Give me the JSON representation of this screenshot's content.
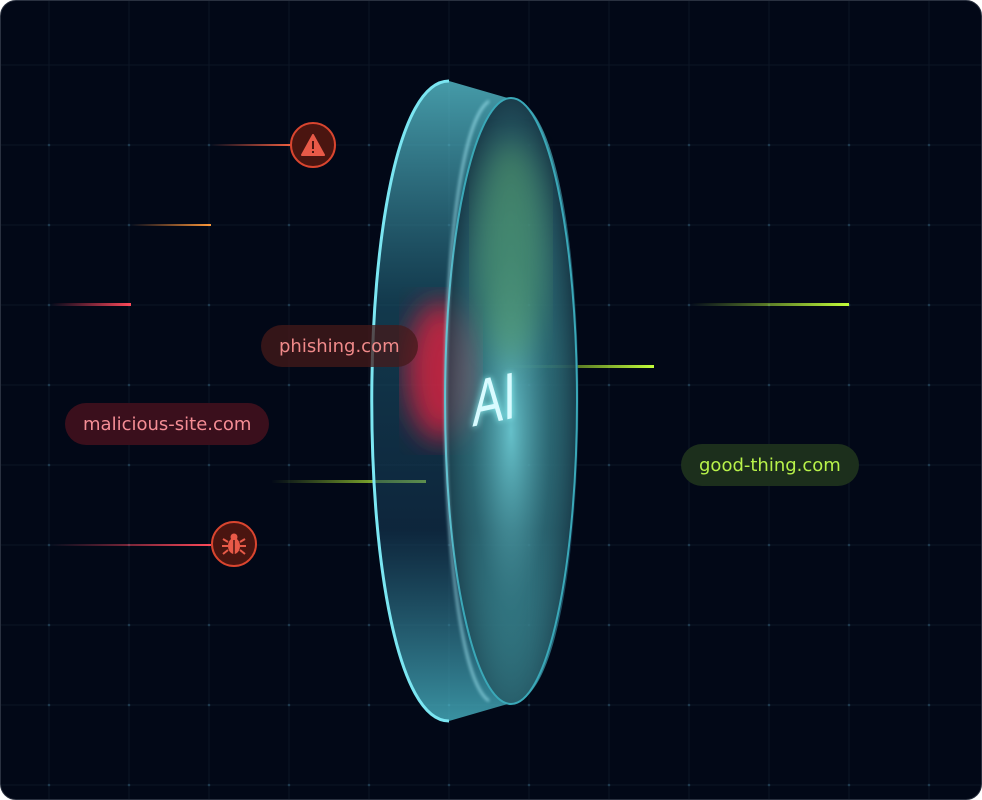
{
  "lens_label": "AI",
  "blocked": [
    {
      "label": "phishing.com",
      "status": "filtered"
    },
    {
      "label": "malicious-site.com",
      "status": "malicious"
    }
  ],
  "allowed": [
    {
      "label": "good-thing.com",
      "status": "safe"
    }
  ],
  "icons": [
    "warning-icon",
    "bug-icon"
  ],
  "colors": {
    "background": "#020817",
    "threat": "#e5533f",
    "safe": "#b8f24a",
    "lens": "#5fd3e0"
  }
}
